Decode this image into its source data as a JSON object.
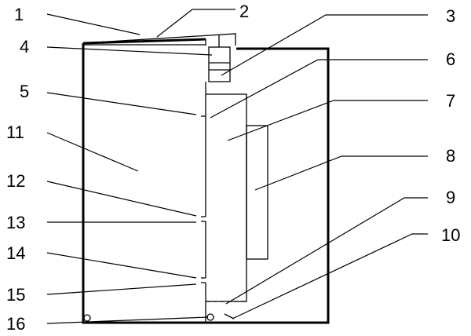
{
  "diagram": {
    "labels": [
      {
        "id": "1",
        "text": "1"
      },
      {
        "id": "2",
        "text": "2"
      },
      {
        "id": "3",
        "text": "3"
      },
      {
        "id": "4",
        "text": "4"
      },
      {
        "id": "5",
        "text": "5"
      },
      {
        "id": "6",
        "text": "6"
      },
      {
        "id": "7",
        "text": "7"
      },
      {
        "id": "8",
        "text": "8"
      },
      {
        "id": "9",
        "text": "9"
      },
      {
        "id": "10",
        "text": "10"
      },
      {
        "id": "11",
        "text": "11"
      },
      {
        "id": "12",
        "text": "12"
      },
      {
        "id": "13",
        "text": "13"
      },
      {
        "id": "14",
        "text": "14"
      },
      {
        "id": "15",
        "text": "15"
      },
      {
        "id": "16",
        "text": "16"
      }
    ],
    "colors": {
      "stroke": "#000000",
      "background": "#ffffff"
    }
  }
}
